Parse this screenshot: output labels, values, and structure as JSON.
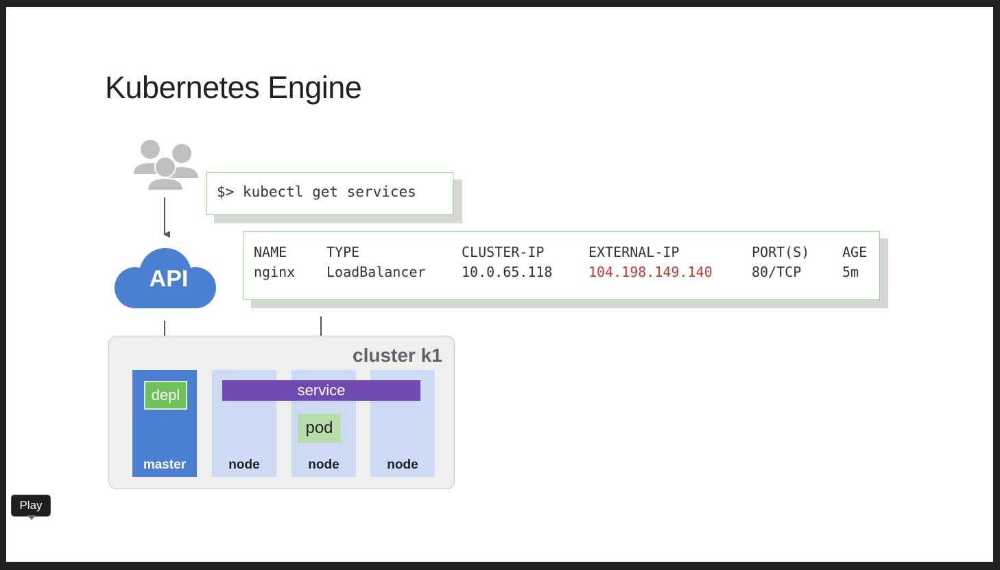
{
  "slide": {
    "title": "Kubernetes Engine",
    "command": "$> kubectl get services",
    "table": {
      "headers": [
        "NAME",
        "TYPE",
        "CLUSTER-IP",
        "EXTERNAL-IP",
        "PORT(S)",
        "AGE"
      ],
      "row": [
        "nginx",
        "LoadBalancer",
        "10.0.65.118",
        "104.198.149.140",
        "80/TCP",
        "5m"
      ]
    },
    "diagram": {
      "users_icon": "users-group-icon",
      "api_label": "API",
      "cluster_label": "cluster k1",
      "master_label": "master",
      "depl_label": "depl",
      "service_label": "service",
      "pod_label": "pod",
      "nodes": [
        "node",
        "node",
        "node"
      ]
    }
  },
  "player": {
    "tooltip": "Play"
  },
  "colors": {
    "api_blue": "#4a7fd1",
    "node_blue": "#ccdaf3",
    "service_purple": "#6f4ab0",
    "depl_green": "#6fbf5a",
    "pod_green": "#b7deaa",
    "external_ip_red": "#c5392f",
    "box_border_green": "#8fd08a"
  }
}
